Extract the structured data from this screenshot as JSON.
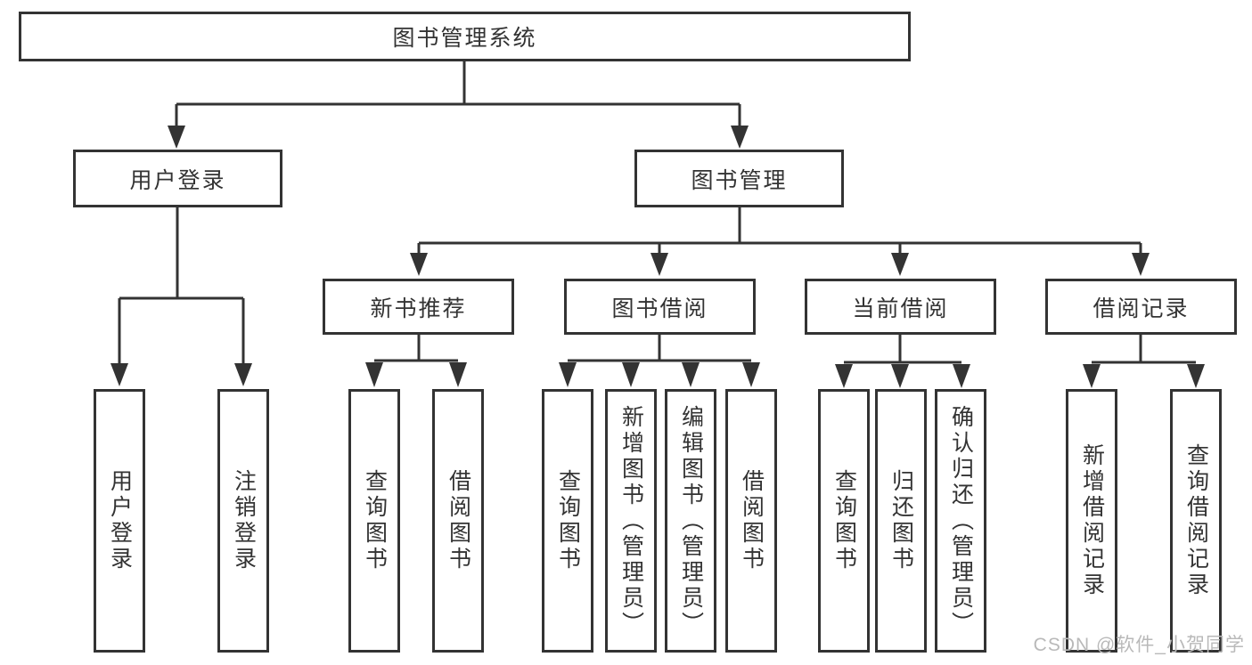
{
  "diagram_title": "图书管理系统",
  "watermark": "CSDN @软件_小贺同学",
  "colors": {
    "line": "#333333",
    "box_border": "#333333",
    "text": "#333333",
    "watermark": "#b9b9b9",
    "background": "#ffffff"
  },
  "nodes": {
    "root": "图书管理系统",
    "user_login": "用户登录",
    "book_mgmt": "图书管理",
    "new_book_rec": "新书推荐",
    "book_borrow": "图书借阅",
    "current_borrow": "当前借阅",
    "borrow_records": "借阅记录",
    "ul_user_login": "用户登录",
    "ul_logout": "注销登录",
    "nr_query_book": "查询图书",
    "nr_borrow_book": "借阅图书",
    "bb_query_book": "查询图书",
    "bb_add_book": "新增图书（管理员）",
    "bb_edit_book": "编辑图书（管理员）",
    "bb_borrow_book": "借阅图书",
    "cb_query_book": "查询图书",
    "cb_return_book": "归还图书",
    "cb_confirm_return": "确认归还（管理员）",
    "br_add_record": "新增借阅记录",
    "br_query_record": "查询借阅记录"
  },
  "tree": {
    "root": "图书管理系统",
    "children": [
      {
        "label": "用户登录",
        "children": [
          "用户登录",
          "注销登录"
        ]
      },
      {
        "label": "图书管理",
        "children": [
          {
            "label": "新书推荐",
            "children": [
              "查询图书",
              "借阅图书"
            ]
          },
          {
            "label": "图书借阅",
            "children": [
              "查询图书",
              "新增图书（管理员）",
              "编辑图书（管理员）",
              "借阅图书"
            ]
          },
          {
            "label": "当前借阅",
            "children": [
              "查询图书",
              "归还图书",
              "确认归还（管理员）"
            ]
          },
          {
            "label": "借阅记录",
            "children": [
              "新增借阅记录",
              "查询借阅记录"
            ]
          }
        ]
      }
    ]
  }
}
